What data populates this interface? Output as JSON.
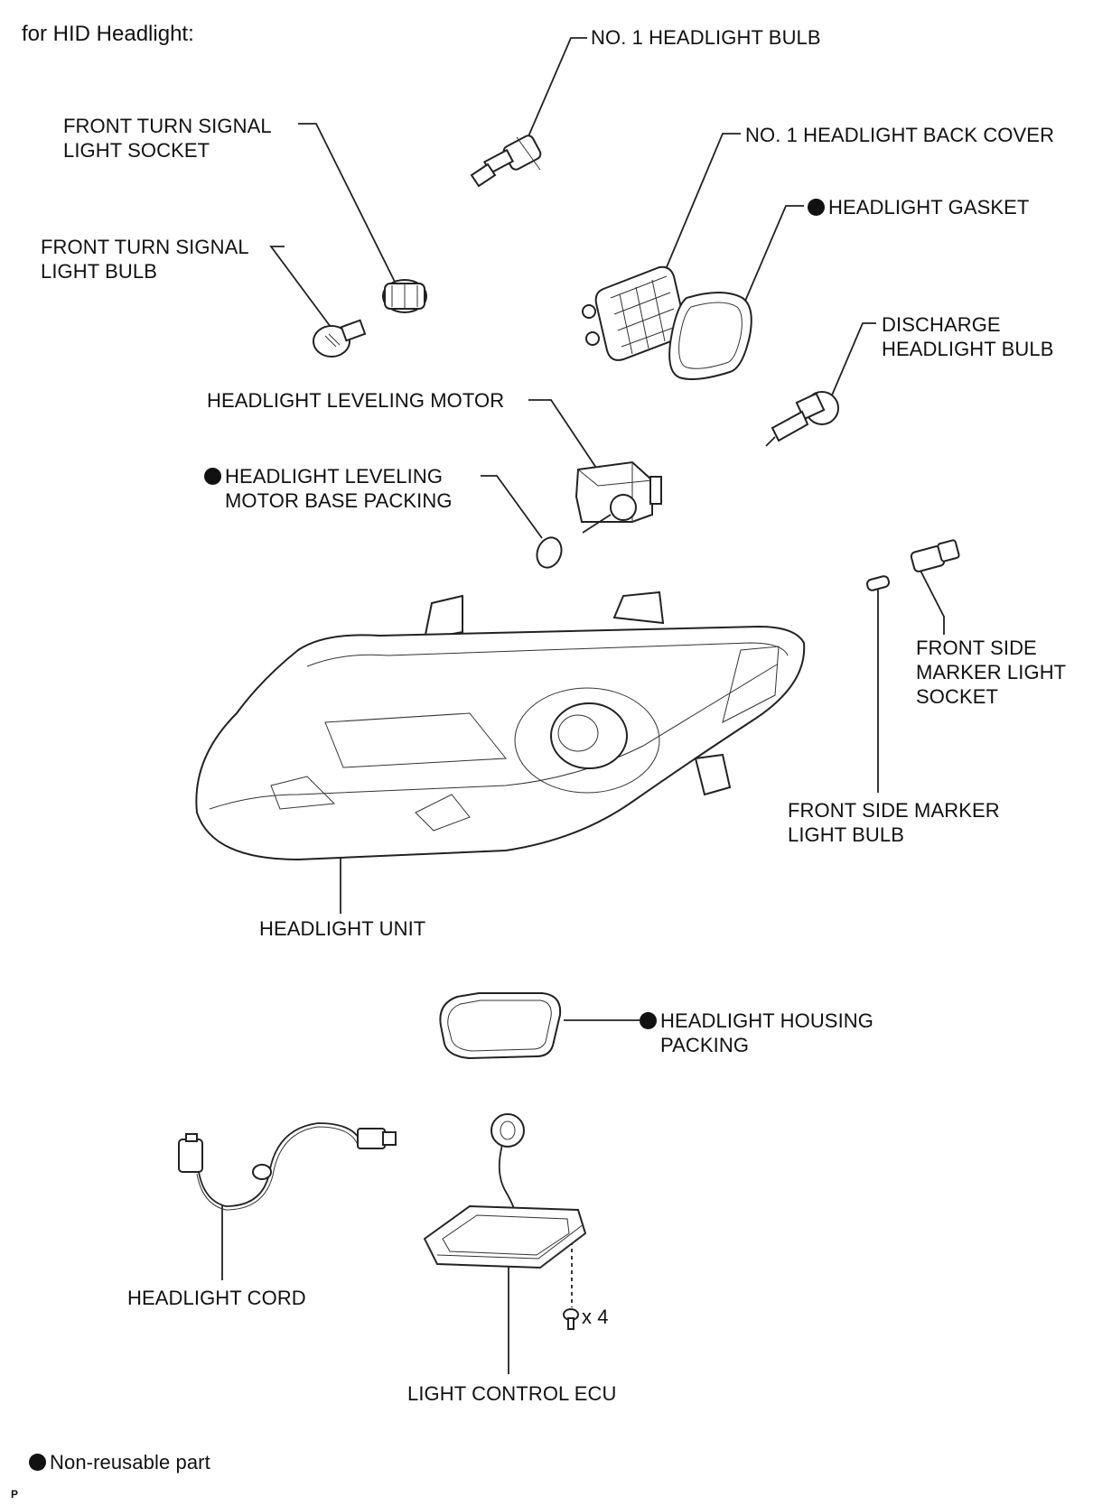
{
  "diagram": {
    "heading": "for HID Headlight:",
    "labels": {
      "no1_headlight_bulb": "NO. 1 HEADLIGHT BULB",
      "front_turn_signal_light_socket": "FRONT TURN SIGNAL\nLIGHT SOCKET",
      "no1_headlight_back_cover": "NO. 1 HEADLIGHT BACK COVER",
      "headlight_gasket": "HEADLIGHT GASKET",
      "front_turn_signal_light_bulb": "FRONT TURN SIGNAL\nLIGHT BULB",
      "discharge_headlight_bulb": "DISCHARGE\nHEADLIGHT BULB",
      "headlight_leveling_motor": "HEADLIGHT LEVELING MOTOR",
      "headlight_leveling_motor_base_packing": "HEADLIGHT LEVELING\nMOTOR BASE PACKING",
      "front_side_marker_light_socket": "FRONT SIDE\nMARKER LIGHT\nSOCKET",
      "front_side_marker_light_bulb": "FRONT SIDE MARKER\nLIGHT BULB",
      "headlight_unit": "HEADLIGHT UNIT",
      "headlight_housing_packing": "HEADLIGHT HOUSING\nPACKING",
      "headlight_cord": "HEADLIGHT CORD",
      "screw_quantity": "x 4",
      "light_control_ecu": "LIGHT CONTROL ECU"
    },
    "legend": "Non-reusable part",
    "corner_mark": "P",
    "non_reusable_symbol": "filled-circle"
  }
}
